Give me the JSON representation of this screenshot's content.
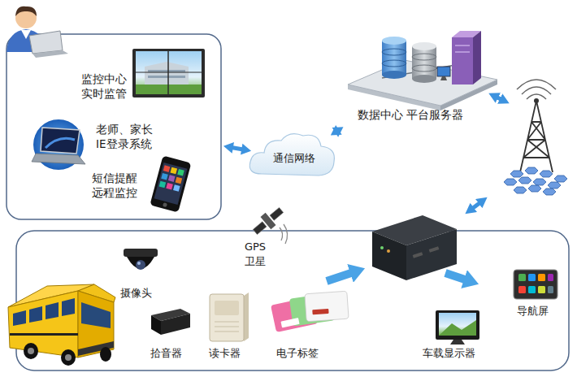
{
  "diagram": {
    "nodes": [
      {
        "text": [
          "监控中心 实时监管",
          "老师、家长 IE登录系统",
          "短信提醒 远程监控"
        ]
      },
      {
        "text": [
          "通信网络"
        ]
      },
      {
        "text": [
          "数据中心 平台服务器"
        ]
      },
      {
        "text": [
          "GPS 卫星",
          "摄像头",
          "拾音器",
          "读卡器",
          "电子标签",
          "车载显示器",
          "导航屏"
        ]
      }
    ],
    "edges": [
      {
        "from": 0,
        "to": 1,
        "arrow": "both"
      },
      {
        "from": 1,
        "to": 2,
        "arrow": "both"
      }
    ]
  }
}
